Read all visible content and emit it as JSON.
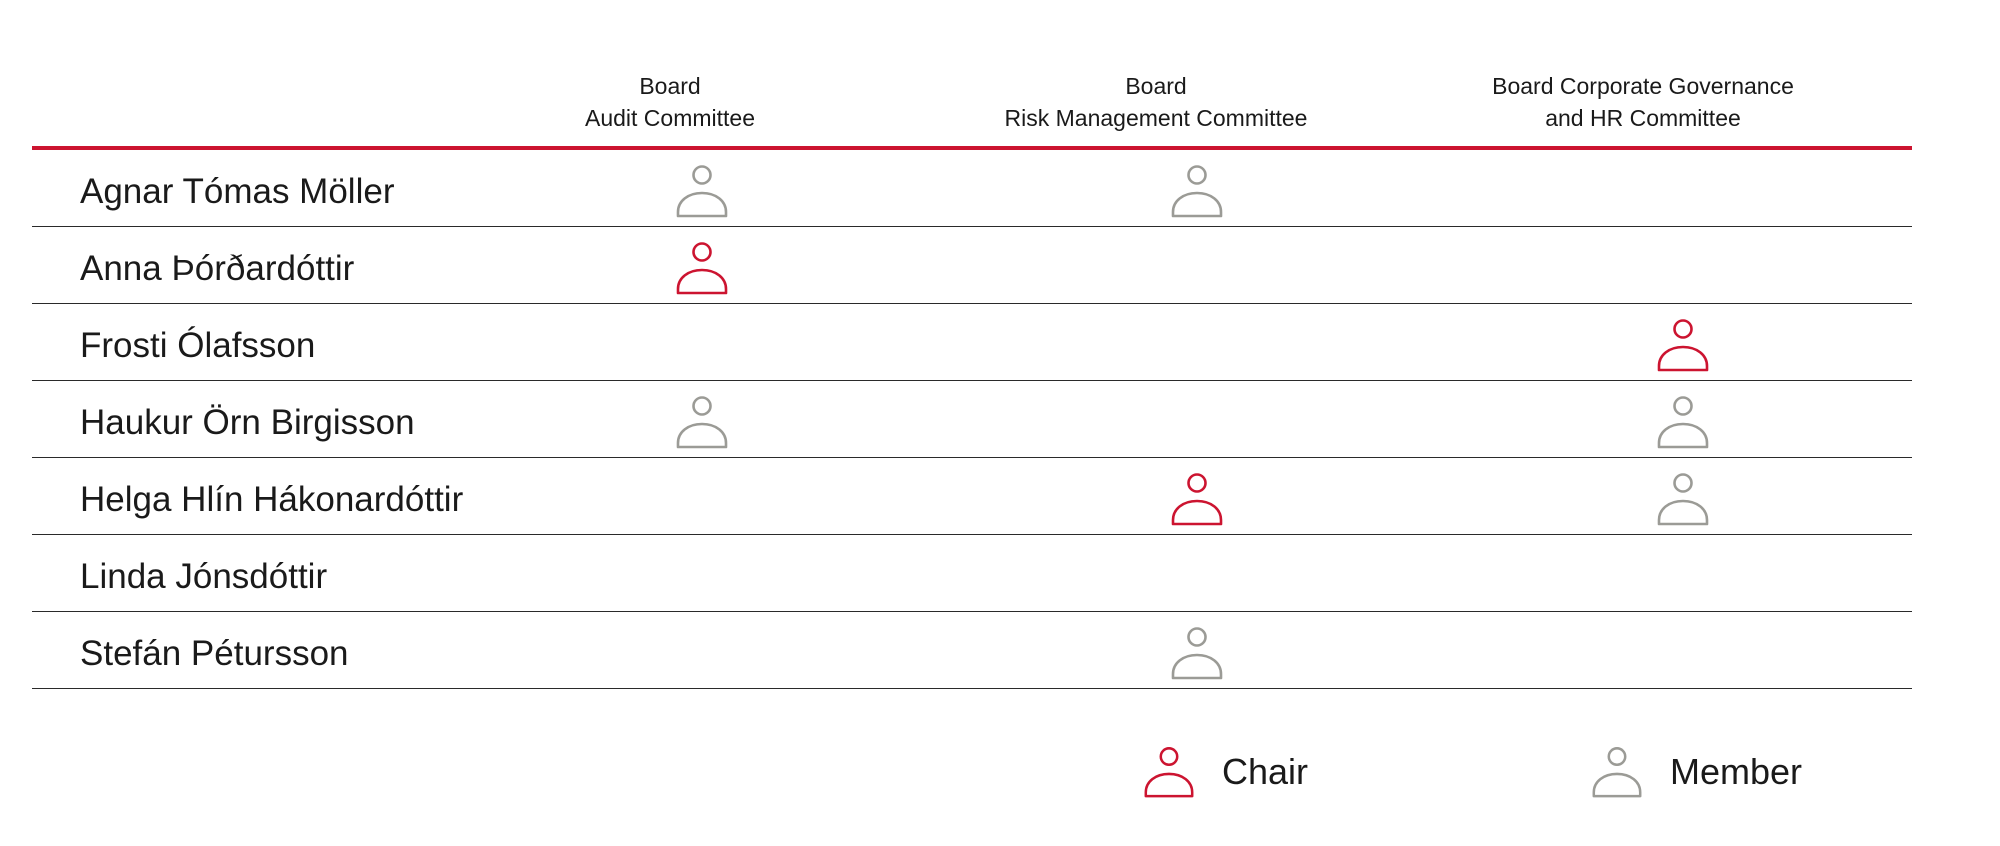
{
  "columns": [
    {
      "line1": "Board",
      "line2": "Audit Committee"
    },
    {
      "line1": "Board",
      "line2": "Risk Management Committee"
    },
    {
      "line1": "Board Corporate Governance",
      "line2": "and HR Committee"
    }
  ],
  "rows": [
    {
      "name": "Agnar Tómas Möller",
      "roles": [
        "member",
        "member",
        ""
      ]
    },
    {
      "name": "Anna Þórðardóttir",
      "roles": [
        "chair",
        "",
        ""
      ]
    },
    {
      "name": "Frosti Ólafsson",
      "roles": [
        "",
        "",
        "chair"
      ]
    },
    {
      "name": "Haukur Örn Birgisson",
      "roles": [
        "member",
        "",
        "member"
      ]
    },
    {
      "name": "Helga Hlín Hákonardóttir",
      "roles": [
        "",
        "chair",
        "member"
      ]
    },
    {
      "name": "Linda Jónsdóttir",
      "roles": [
        "",
        "",
        ""
      ]
    },
    {
      "name": "Stefán Pétursson",
      "roles": [
        "",
        "member",
        ""
      ]
    }
  ],
  "legend": {
    "chair_label": "Chair",
    "member_label": "Member"
  },
  "colors": {
    "chair": "#cc1430",
    "member": "#9b9b96",
    "rule": "#cc1430",
    "divider": "#2a2a2a"
  },
  "icons": {
    "chair": "person-icon",
    "member": "person-icon"
  }
}
